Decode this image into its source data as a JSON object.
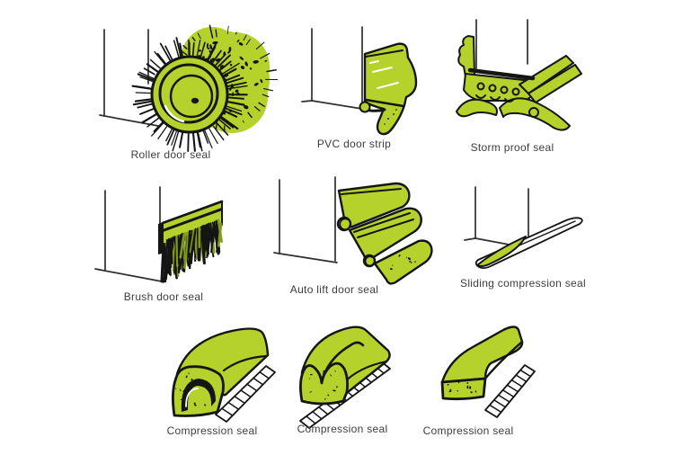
{
  "colors": {
    "seal_green": "#b4d22b",
    "bristle_green": "#7f9a18",
    "outline": "#151515",
    "door_line": "#2f2f2f",
    "label_text": "#3d3d3d",
    "background": "#ffffff"
  },
  "figures": [
    {
      "name": "roller-door-seal",
      "label": "Roller door seal"
    },
    {
      "name": "pvc-door-strip",
      "label": "PVC door strip"
    },
    {
      "name": "storm-proof-seal",
      "label": "Storm proof seal"
    },
    {
      "name": "brush-door-seal",
      "label": "Brush door seal"
    },
    {
      "name": "auto-lift-door-seal",
      "label": "Auto lift door seal"
    },
    {
      "name": "sliding-compression-seal",
      "label": "Sliding compression seal"
    },
    {
      "name": "compression-seal-d-profile",
      "label": "Compression seal"
    },
    {
      "name": "compression-seal-twin-ridge",
      "label": "Compression seal"
    },
    {
      "name": "compression-seal-flat",
      "label": "Compression seal"
    }
  ]
}
